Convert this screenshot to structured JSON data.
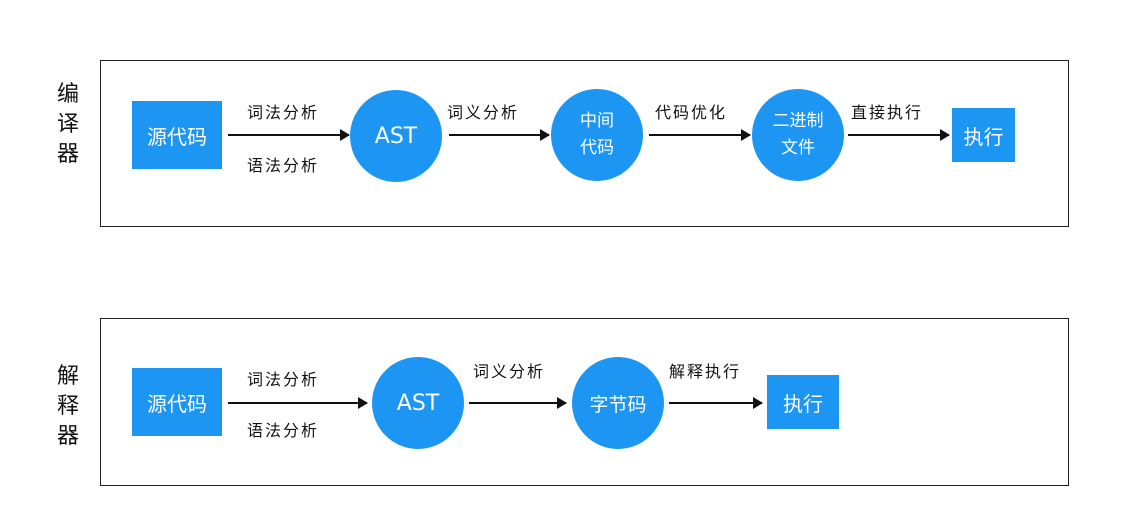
{
  "compiler": {
    "label": [
      "编",
      "译",
      "器"
    ],
    "source_node": "源代码",
    "lexical_label": "词法分析",
    "syntax_label": "语法分析",
    "ast_node": "AST",
    "semantic_label": "词义分析",
    "ir_node_line1": "中间",
    "ir_node_line2": "代码",
    "optimize_label": "代码优化",
    "binary_node_line1": "二进制",
    "binary_node_line2": "文件",
    "direct_exec_label": "直接执行",
    "exec_node": "执行"
  },
  "interpreter": {
    "label": [
      "解",
      "释",
      "器"
    ],
    "source_node": "源代码",
    "lexical_label": "词法分析",
    "syntax_label": "语法分析",
    "ast_node": "AST",
    "semantic_label": "词义分析",
    "bytecode_node": "字节码",
    "interpret_exec_label": "解释执行",
    "exec_node": "执行"
  },
  "colors": {
    "node_fill": "#1c96f2",
    "node_text": "#ffffff",
    "line": "#111111"
  }
}
